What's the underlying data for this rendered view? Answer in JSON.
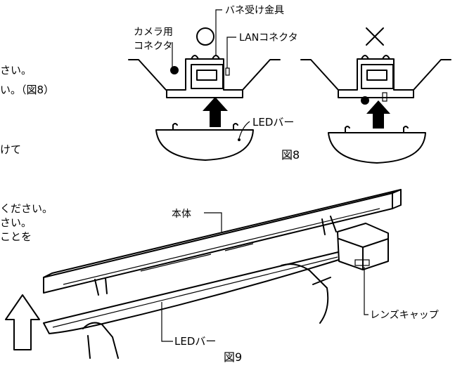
{
  "left_text": {
    "line1": "さい。",
    "line2": "い。（図8）",
    "line3": "けて",
    "line4": "ください。",
    "line5": "さい。",
    "line6": "ことを"
  },
  "fig8": {
    "label_spring": "バネ受け金具",
    "label_camera_1": "カメラ用",
    "label_camera_2": "コネクタ",
    "label_lan": "LANコネクタ",
    "label_ledbar": "LEDバー",
    "caption": "図8",
    "ok_mark": "○",
    "ng_mark": "✕"
  },
  "fig9": {
    "label_body": "本体",
    "label_ledbar": "LEDバー",
    "label_lenscap": "レンズキャップ",
    "caption": "図9"
  }
}
